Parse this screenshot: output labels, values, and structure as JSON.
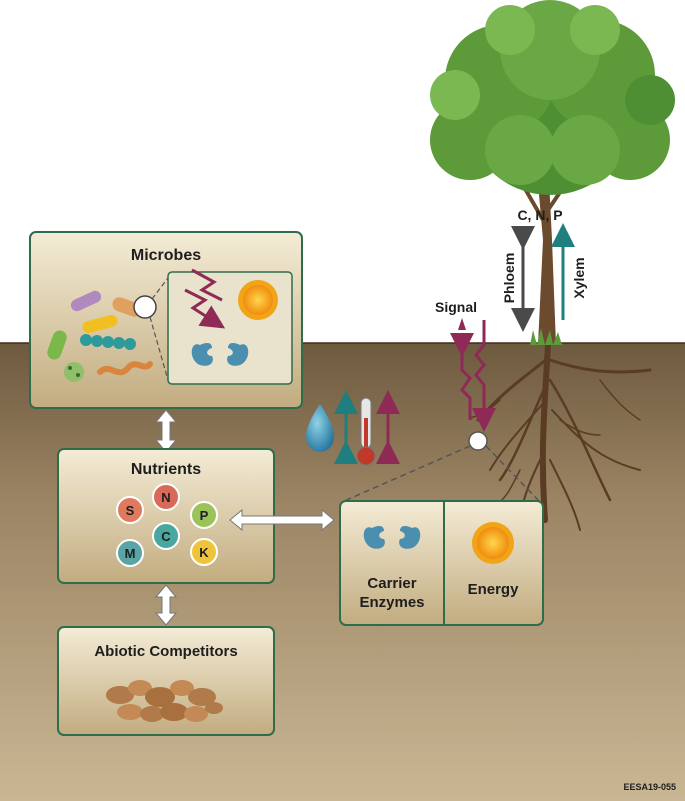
{
  "boxes": {
    "microbes": "Microbes",
    "nutrients": "Nutrients",
    "abiotic": "Abiotic Competitors",
    "carrier_line1": "Carrier",
    "carrier_line2": "Enzymes",
    "energy": "Energy"
  },
  "nutrient_elements": [
    "S",
    "N",
    "P",
    "C",
    "M",
    "K"
  ],
  "tree_labels": {
    "cnp": "C, N, P",
    "phloem": "Phloem",
    "xylem": "Xylem",
    "signal": "Signal"
  },
  "footer_code": "EESA19-055",
  "colors": {
    "box_border": "#2f6d4a",
    "sky": "#ffffff",
    "soil": "#8a7354",
    "teal_arrow": "#1f7f7f",
    "gray_arrow": "#4a4a4a",
    "signal_arrow": "#8e2a55",
    "enzyme": "#4a8fb0",
    "sun": "#f2a417",
    "leaf": "#5c9a3a"
  },
  "icons": [
    "droplet-icon",
    "thermometer-icon",
    "sun-icon",
    "enzyme-icon",
    "bacteria-icon",
    "rock-icon",
    "lightning-icon"
  ]
}
